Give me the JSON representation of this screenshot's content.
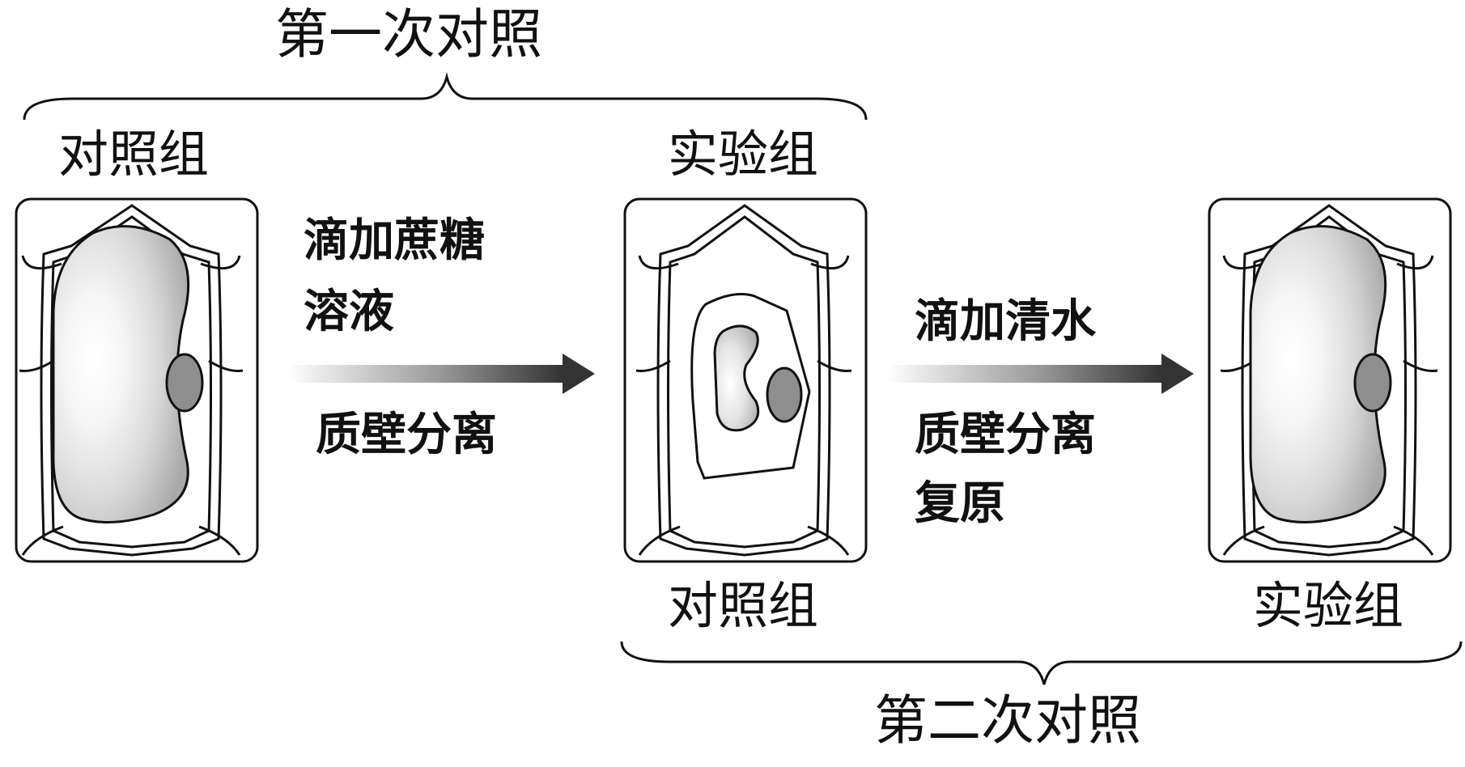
{
  "comparison1": "第一次对照",
  "comparison2": "第二次对照",
  "panel1": {
    "label_top": "对照组"
  },
  "panel2": {
    "label_top": "实验组",
    "label_bottom": "对照组"
  },
  "panel3": {
    "label_bottom": "实验组"
  },
  "step1": {
    "reagent_line1": "滴加蔗糖",
    "reagent_line2": "溶液",
    "result": "质壁分离"
  },
  "step2": {
    "reagent": "滴加清水",
    "result_line1": "质壁分离",
    "result_line2": "复原"
  }
}
